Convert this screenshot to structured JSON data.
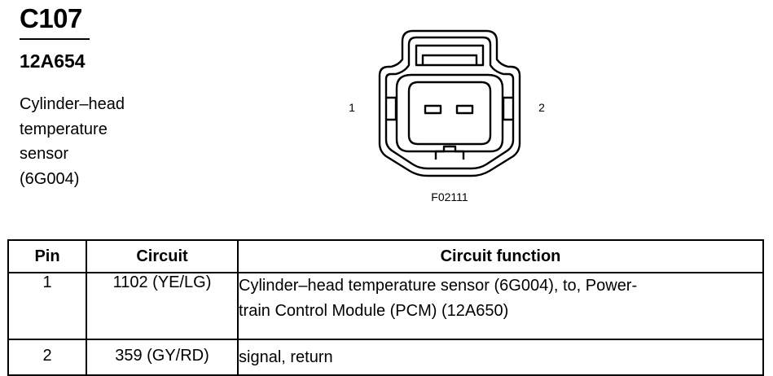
{
  "connector": {
    "id": "C107",
    "part_number": "12A654",
    "description_lines": [
      "Cylinder–head",
      "temperature",
      "sensor",
      "(6G004)"
    ]
  },
  "diagram": {
    "pin_left": "1",
    "pin_right": "2",
    "figure_code": "F02111"
  },
  "table": {
    "headers": [
      "Pin",
      "Circuit",
      "Circuit function"
    ],
    "rows": [
      {
        "pin": "1",
        "circuit": "1102 (YE/LG)",
        "function_lines": [
          "Cylinder–head temperature sensor (6G004), to, Power-",
          "train Control Module (PCM) (12A650)"
        ]
      },
      {
        "pin": "2",
        "circuit": "359 (GY/RD)",
        "function_lines": [
          "signal, return"
        ]
      }
    ]
  }
}
